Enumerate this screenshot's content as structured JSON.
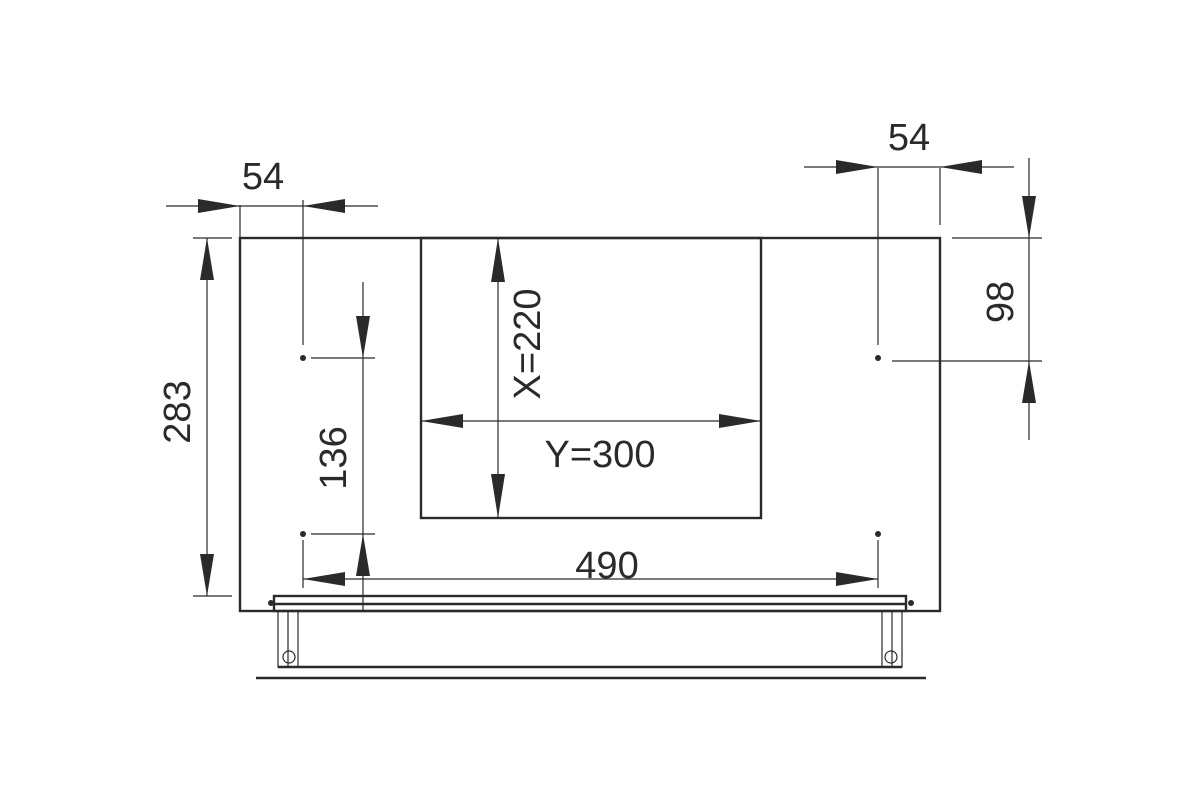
{
  "drawing": {
    "dimensions": {
      "top_left_offset": "54",
      "top_right_offset": "54",
      "right_height": "98",
      "left_total_height": "283",
      "hole_spacing_vertical": "136",
      "cutout_height": "X=220",
      "cutout_width": "Y=300",
      "hole_spacing_horizontal": "490"
    },
    "colors": {
      "line": "#2a2a2a",
      "background": "#ffffff"
    }
  }
}
